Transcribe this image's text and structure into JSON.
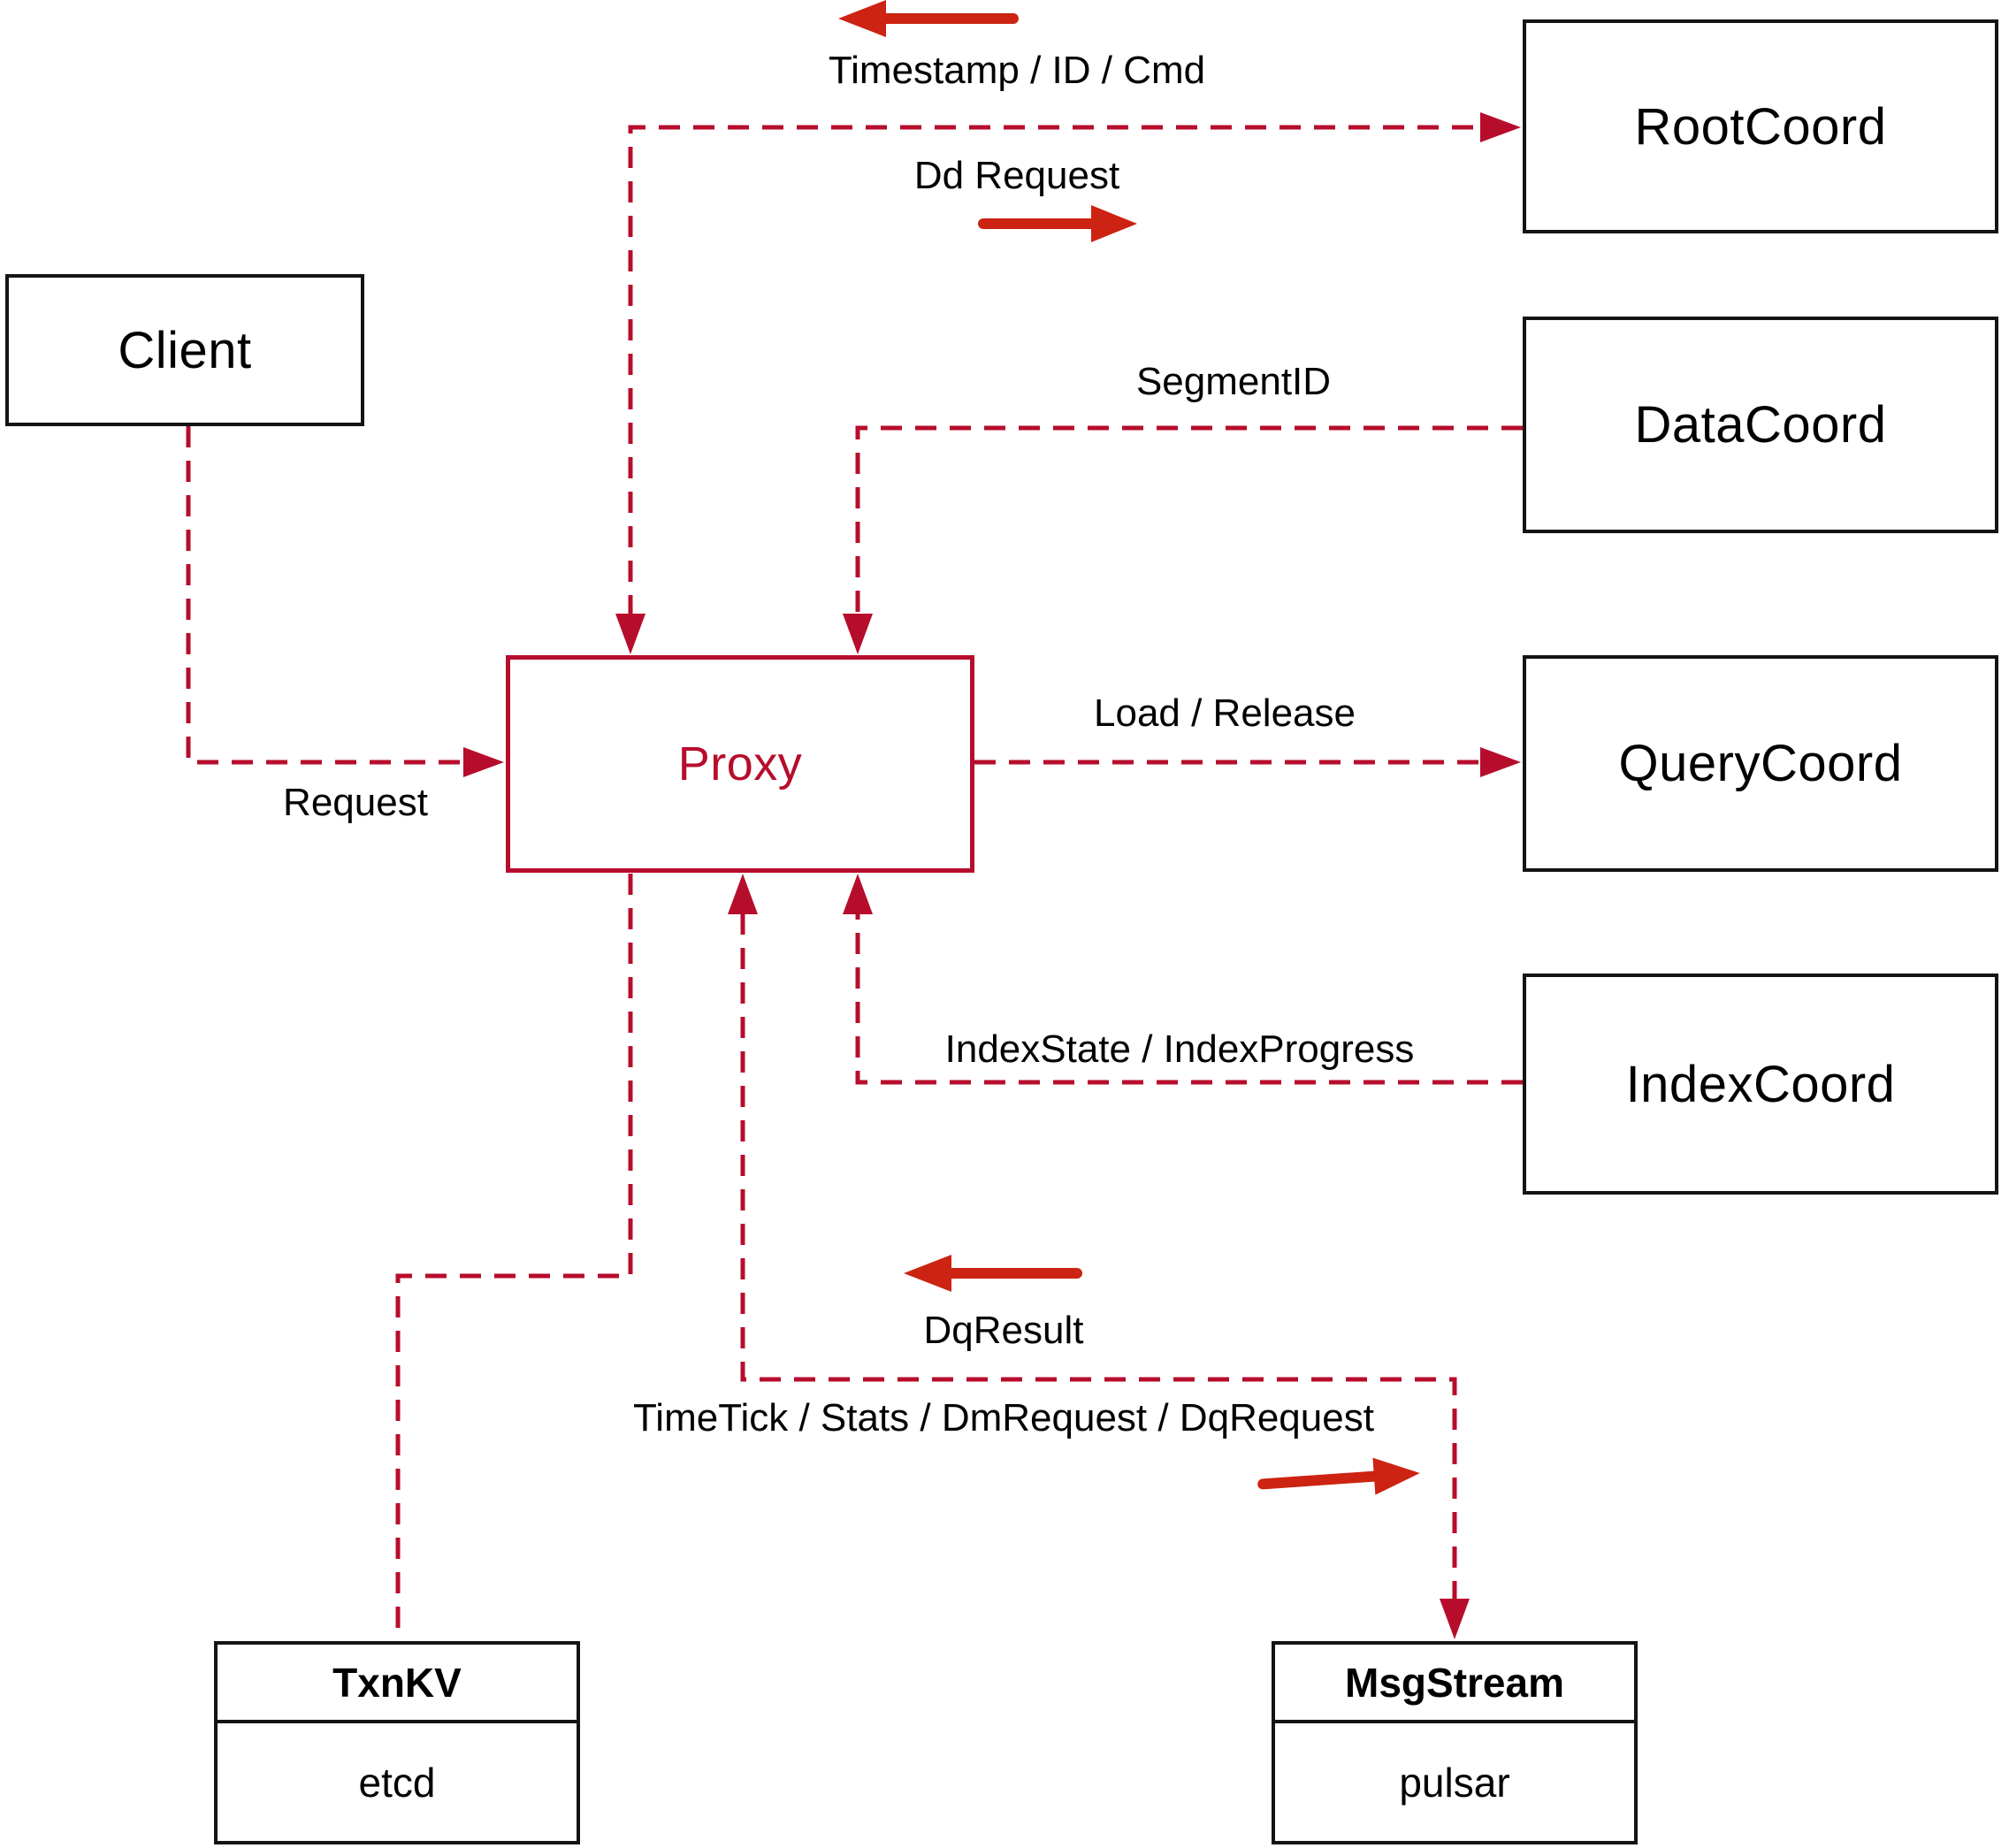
{
  "diagram": {
    "nodes": {
      "client": {
        "label": "Client"
      },
      "rootcoord": {
        "label": "RootCoord"
      },
      "datacoord": {
        "label": "DataCoord"
      },
      "querycoord": {
        "label": "QueryCoord"
      },
      "indexcoord": {
        "label": "IndexCoord"
      },
      "proxy": {
        "label": "Proxy"
      },
      "txnkv": {
        "title": "TxnKV",
        "impl": "etcd"
      },
      "msgstream": {
        "title": "MsgStream",
        "impl": "pulsar"
      }
    },
    "edge_labels": {
      "timestamp_id_cmd": "Timestamp / ID / Cmd",
      "dd_request": "Dd Request",
      "segment_id": "SegmentID",
      "load_release": "Load / Release",
      "request": "Request",
      "index_state": "IndexState / IndexProgress",
      "dq_result": "DqResult",
      "time_tick": "TimeTick / Stats / DmRequest / DqRequest"
    },
    "colors": {
      "dashed_line": "#b70d2c",
      "solid_arrow": "#cc2312",
      "box_border": "#141414",
      "text": "#000000"
    }
  }
}
